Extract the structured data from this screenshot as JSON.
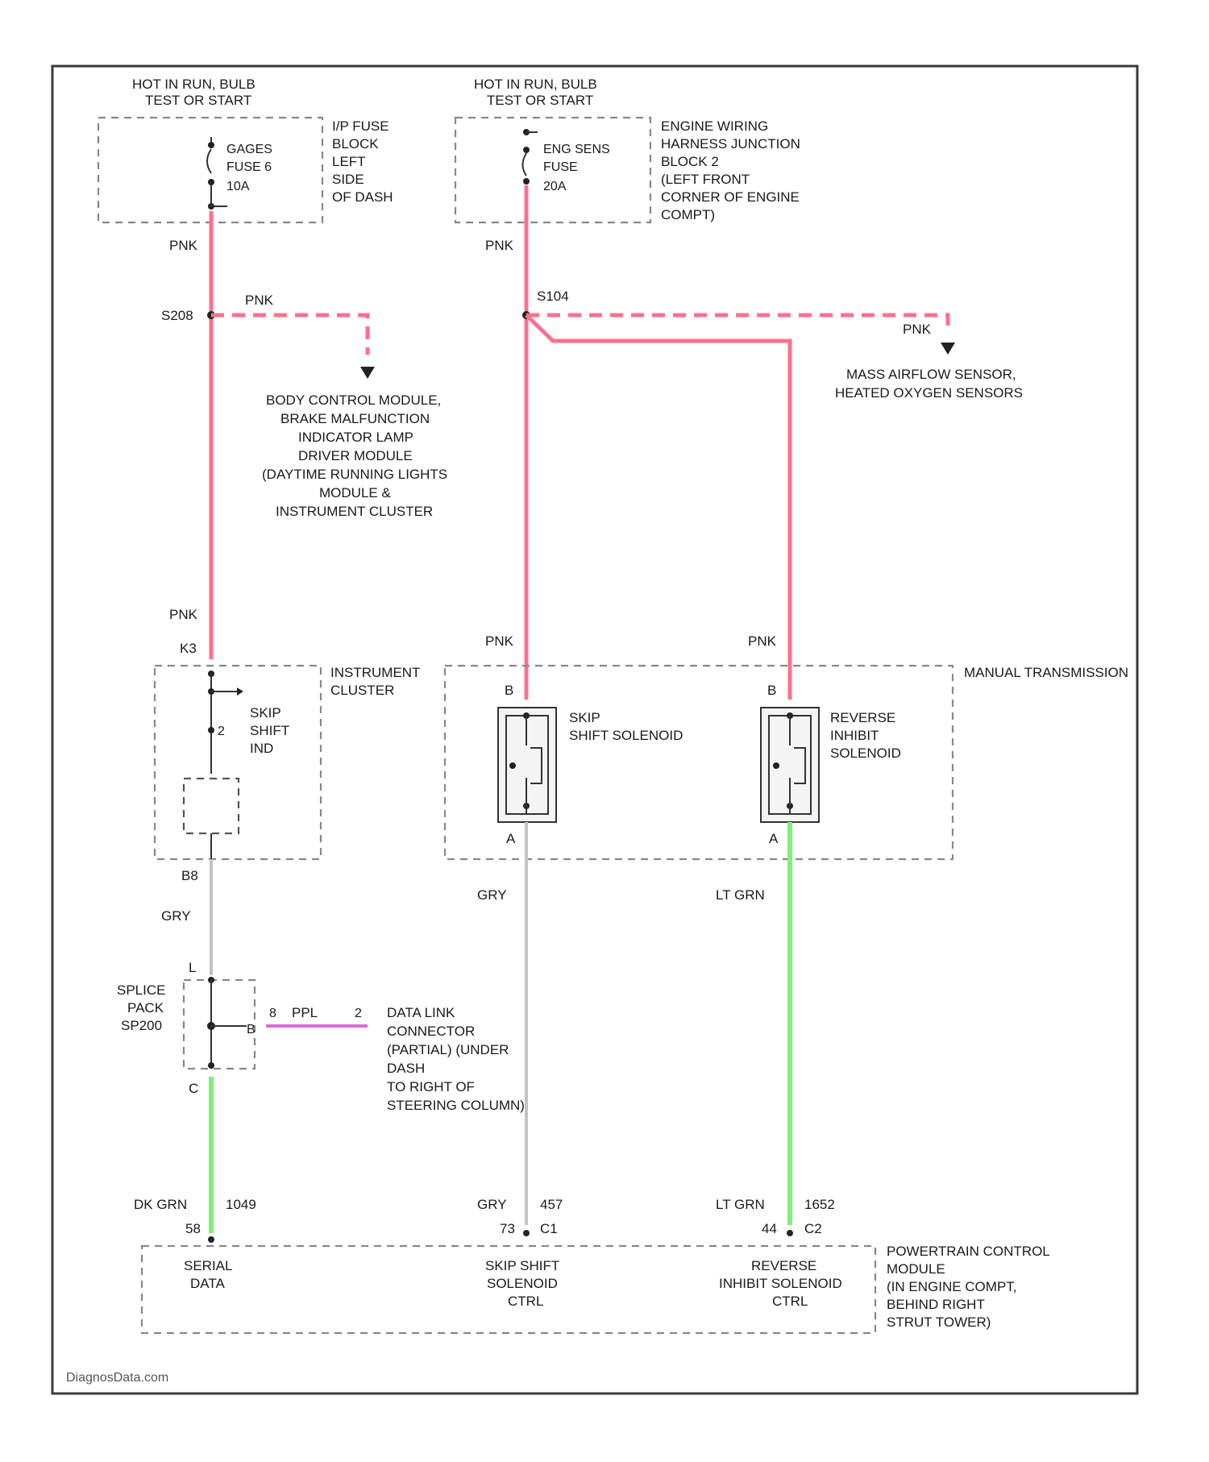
{
  "diagram": {
    "fuse_left": {
      "source": [
        "HOT IN RUN, BULB",
        "TEST OR START"
      ],
      "fuse_label": [
        "GAGES",
        "FUSE 6",
        "10A"
      ],
      "location": [
        "I/P FUSE",
        "BLOCK",
        "LEFT",
        "SIDE",
        "OF DASH"
      ]
    },
    "fuse_right": {
      "source": [
        "HOT IN RUN, BULB",
        "TEST OR START"
      ],
      "fuse_label": [
        "ENG SENS",
        "FUSE",
        "20A"
      ],
      "location": [
        "ENGINE WIRING",
        "HARNESS JUNCTION",
        "BLOCK 2",
        "(LEFT FRONT",
        "CORNER OF ENGINE",
        "COMPT)"
      ]
    },
    "wires": {
      "pnk_1": "PNK",
      "splice_left": "S208",
      "pnk_2": "PNK",
      "pnk_3": "PNK",
      "splice_right": "S104",
      "pnk_4": "PNK",
      "pnk_5": "PNK",
      "pnk_6": "PNK",
      "pnk_7": "PNK",
      "gry_1": "GRY",
      "gry_2": "GRY",
      "ltgrn_1": "LT GRN",
      "dkgrn": "DK GRN",
      "dkgrn_circ": "1049",
      "gry_3": "GRY",
      "gry_circ": "457",
      "ltgrn_2": "LT GRN",
      "ltgrn_circ": "1652",
      "ppl": "PPL"
    },
    "dest_left": [
      "BODY CONTROL MODULE,",
      "BRAKE MALFUNCTION",
      "INDICATOR LAMP",
      "DRIVER MODULE",
      "(DAYTIME RUNNING LIGHTS",
      "MODULE &",
      "INSTRUMENT CLUSTER"
    ],
    "dest_right": [
      "MASS AIRFLOW SENSOR,",
      "HEATED OXYGEN SENSORS"
    ],
    "cluster": {
      "pin_top": "K3",
      "pin_bottom": "B8",
      "label": [
        "INSTRUMENT",
        "CLUSTER"
      ],
      "ind": [
        "SKIP",
        "SHIFT",
        "IND"
      ]
    },
    "transmission": {
      "label": "MANUAL TRANSMISSION",
      "skip": {
        "pin_b": "B",
        "pin_a": "A",
        "label": [
          "SKIP",
          "SHIFT SOLENOID"
        ]
      },
      "reverse": {
        "pin_b": "B",
        "pin_a": "A",
        "label": [
          "REVERSE",
          "INHIBIT",
          "SOLENOID"
        ]
      }
    },
    "splice_pack": {
      "label": [
        "SPLICE",
        "PACK",
        "SP200"
      ],
      "pin_l": "L",
      "pin_c": "C",
      "pin_b": "B"
    },
    "dlc": {
      "pin_left": "8",
      "pin_right": "2",
      "label": [
        "DATA LINK",
        "CONNECTOR",
        "(PARTIAL) (UNDER",
        "DASH",
        "TO RIGHT OF",
        "STEERING COLUMN)"
      ]
    },
    "pcm": {
      "pin_serial": "58",
      "pin_skip": "73",
      "conn_skip": "C1",
      "pin_rev": "44",
      "conn_rev": "C2",
      "serial": [
        "SERIAL",
        "DATA"
      ],
      "skip": [
        "SKIP SHIFT",
        "SOLENOID",
        "CTRL"
      ],
      "rev": [
        "REVERSE",
        "INHIBIT SOLENOID",
        "CTRL"
      ],
      "label": [
        "POWERTRAIN CONTROL",
        "MODULE",
        "(IN ENGINE COMPT,",
        "BEHIND RIGHT",
        "STRUT TOWER)"
      ]
    },
    "watermark": "DiagnosData.com",
    "colors": {
      "pink": "#ff6f8e",
      "gray": "#c4c4c4",
      "green": "#7df07a",
      "violet": "#d86cd6"
    }
  }
}
